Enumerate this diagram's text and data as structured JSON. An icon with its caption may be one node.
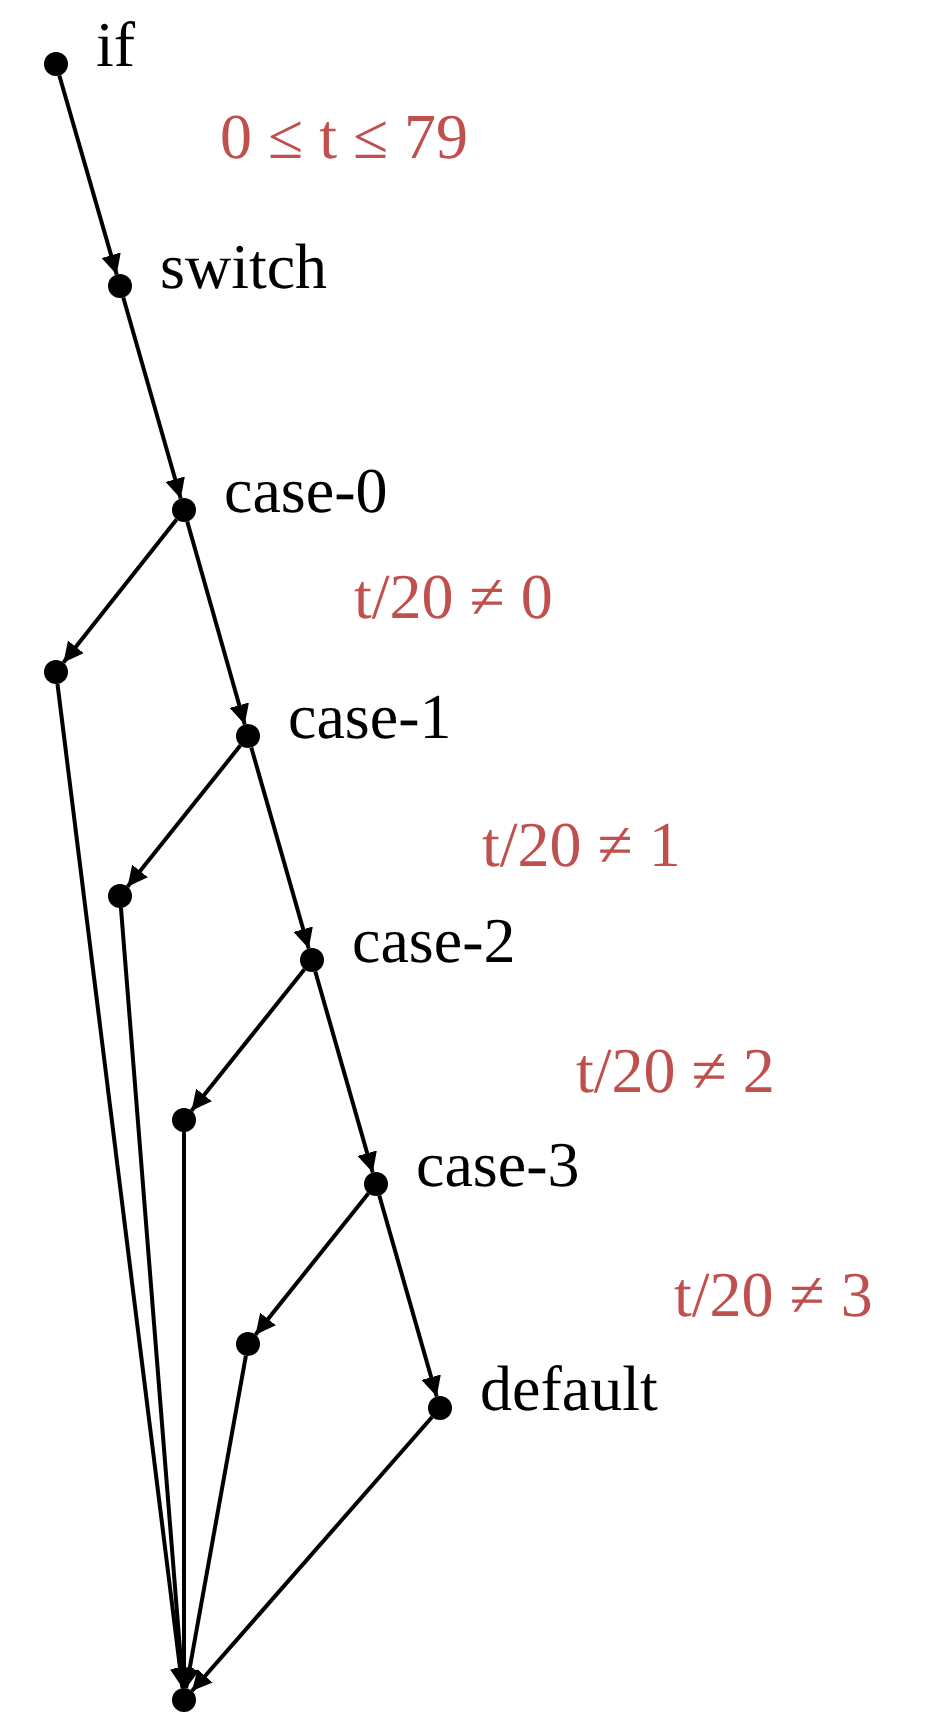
{
  "diagram": {
    "nodes": [
      {
        "text": [],
        "shape": "circle",
        "beside": [
          "if"
        ]
      },
      {
        "text": [],
        "shape": "circle",
        "beside": [
          "switch"
        ]
      },
      {
        "text": [],
        "shape": "circle",
        "beside": [
          "case-0"
        ]
      },
      {
        "text": [],
        "shape": "circle"
      },
      {
        "text": [],
        "shape": "circle",
        "beside": [
          "case-1"
        ]
      },
      {
        "text": [],
        "shape": "circle"
      },
      {
        "text": [],
        "shape": "circle",
        "beside": [
          "case-2"
        ]
      },
      {
        "text": [],
        "shape": "circle"
      },
      {
        "text": [],
        "shape": "circle",
        "beside": [
          "case-3"
        ]
      },
      {
        "text": [],
        "shape": "circle"
      },
      {
        "text": [],
        "shape": "circle",
        "beside": [
          "default"
        ]
      },
      {
        "text": [],
        "shape": "circle"
      }
    ],
    "edges": [
      {
        "from": 0,
        "to": 1,
        "arrow": "to",
        "label": "0 ≤ t ≤ 79"
      },
      {
        "from": 1,
        "to": 2,
        "arrow": "to"
      },
      {
        "from": 2,
        "to": 3,
        "arrow": "to"
      },
      {
        "from": 2,
        "to": 4,
        "arrow": "to",
        "label": "t/20 ≠ 0"
      },
      {
        "from": 4,
        "to": 5,
        "arrow": "to"
      },
      {
        "from": 4,
        "to": 6,
        "arrow": "to",
        "label": "t/20 ≠ 1"
      },
      {
        "from": 6,
        "to": 7,
        "arrow": "to"
      },
      {
        "from": 6,
        "to": 8,
        "arrow": "to",
        "label": "t/20 ≠ 2"
      },
      {
        "from": 8,
        "to": 9,
        "arrow": "to"
      },
      {
        "from": 8,
        "to": 10,
        "arrow": "to",
        "label": "t/20 ≠ 3"
      },
      {
        "from": 3,
        "to": 11,
        "arrow": "to"
      },
      {
        "from": 5,
        "to": 11,
        "arrow": "to"
      },
      {
        "from": 7,
        "to": 11,
        "arrow": "to"
      },
      {
        "from": 9,
        "to": 11,
        "arrow": "to"
      },
      {
        "from": 10,
        "to": 11,
        "arrow": "to"
      }
    ]
  }
}
